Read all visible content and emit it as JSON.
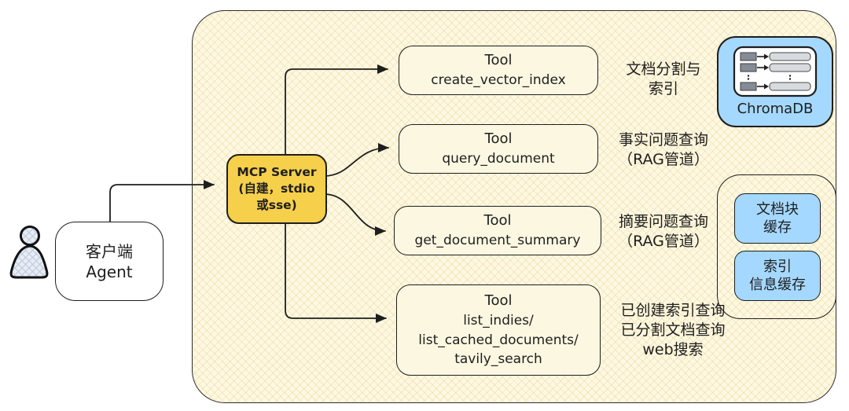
{
  "diagram_title": "MCP Server RAG tools architecture",
  "colors": {
    "ink": "#1e1e1e",
    "server_yellow": "#f7d04b",
    "node_blue": "#a5d8ff",
    "container_cream": "#fdf8e4",
    "canvas": "#ffffff"
  },
  "client": {
    "line1": "客户端",
    "line2": "Agent"
  },
  "mcp": {
    "line1": "MCP Server",
    "line2": "(自建，stdio",
    "line3": "或sse)"
  },
  "tools": [
    {
      "title": "Tool",
      "name_lines": [
        "create_vector_index"
      ],
      "desc_lines": [
        "文档分割与",
        "索引"
      ]
    },
    {
      "title": "Tool",
      "name_lines": [
        "query_document"
      ],
      "desc_lines": [
        "事实问题查询",
        "（RAG管道）"
      ]
    },
    {
      "title": "Tool",
      "name_lines": [
        "get_document_summary"
      ],
      "desc_lines": [
        "摘要问题查询",
        "（RAG管道）"
      ]
    },
    {
      "title": "Tool",
      "name_lines": [
        "list_indies/",
        "list_cached_documents/",
        "tavily_search"
      ],
      "desc_lines": [
        "已创建索引查询",
        "已分割文档查询",
        "web搜索"
      ]
    }
  ],
  "chromadb": {
    "label": "ChromaDB"
  },
  "cache": {
    "box1": {
      "line1": "文档块",
      "line2": "缓存"
    },
    "box2": {
      "line1": "索引",
      "line2": "信息缓存"
    }
  }
}
